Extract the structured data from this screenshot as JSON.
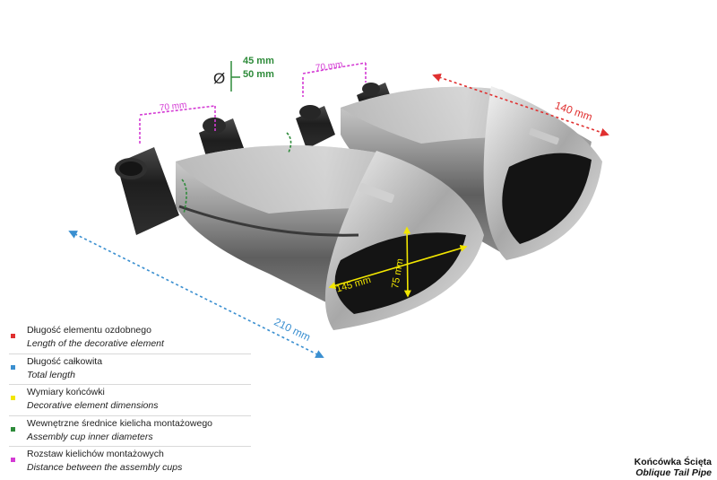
{
  "dimensions": {
    "cup_spacing_left": "70 mm",
    "cup_spacing_right": "70 mm",
    "diameter_symbol": "Ø",
    "diameter_1": "45 mm",
    "diameter_2": "50 mm",
    "decorative_length": "140 mm",
    "total_length": "210 mm",
    "tip_width": "145 mm",
    "tip_height": "75 mm"
  },
  "legend": {
    "items": [
      {
        "label_pl": "Długość elementu ozdobnego",
        "label_en": "Length of the decorative element",
        "color": "#e03030"
      },
      {
        "label_pl": "Długość całkowita",
        "label_en": "Total length",
        "color": "#3a8fd0"
      },
      {
        "label_pl": "Wymiary końcówki",
        "label_en": "Decorative element dimensions",
        "color": "#f2e600"
      },
      {
        "label_pl": "Wewnętrzne średnice kielicha montażowego",
        "label_en": "Assembly cup inner diameters",
        "color": "#2e8b3a"
      },
      {
        "label_pl": "Rozstaw kielichów montażowych",
        "label_en": "Distance between the assembly cups",
        "color": "#d43bd4"
      }
    ]
  },
  "caption": {
    "title_pl": "Końcówka Ścięta",
    "title_en": "Oblique Tail Pipe"
  },
  "colors": {
    "red": "#e03030",
    "blue": "#3a8fd0",
    "yellow": "#f2e600",
    "green": "#2e8b3a",
    "magenta": "#d43bd4"
  }
}
